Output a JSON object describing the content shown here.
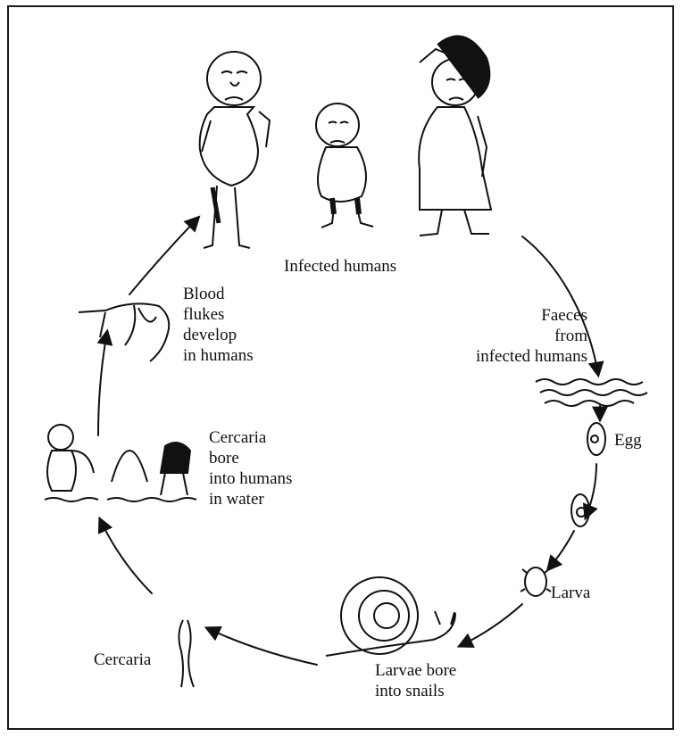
{
  "labels": {
    "infected_humans": "Infected humans",
    "faeces": "Faeces\nfrom\ninfected humans",
    "egg": "Egg",
    "larva": "Larva",
    "larvae_bore": "Larvae bore\ninto snails",
    "cercaria": "Cercaria",
    "cercaria_bore": "Cercaria\nbore\ninto humans\nin water",
    "blood_flukes": "Blood\nflukes\ndevelop\nin humans"
  },
  "colors": {
    "ink": "#111111",
    "background": "#ffffff"
  }
}
